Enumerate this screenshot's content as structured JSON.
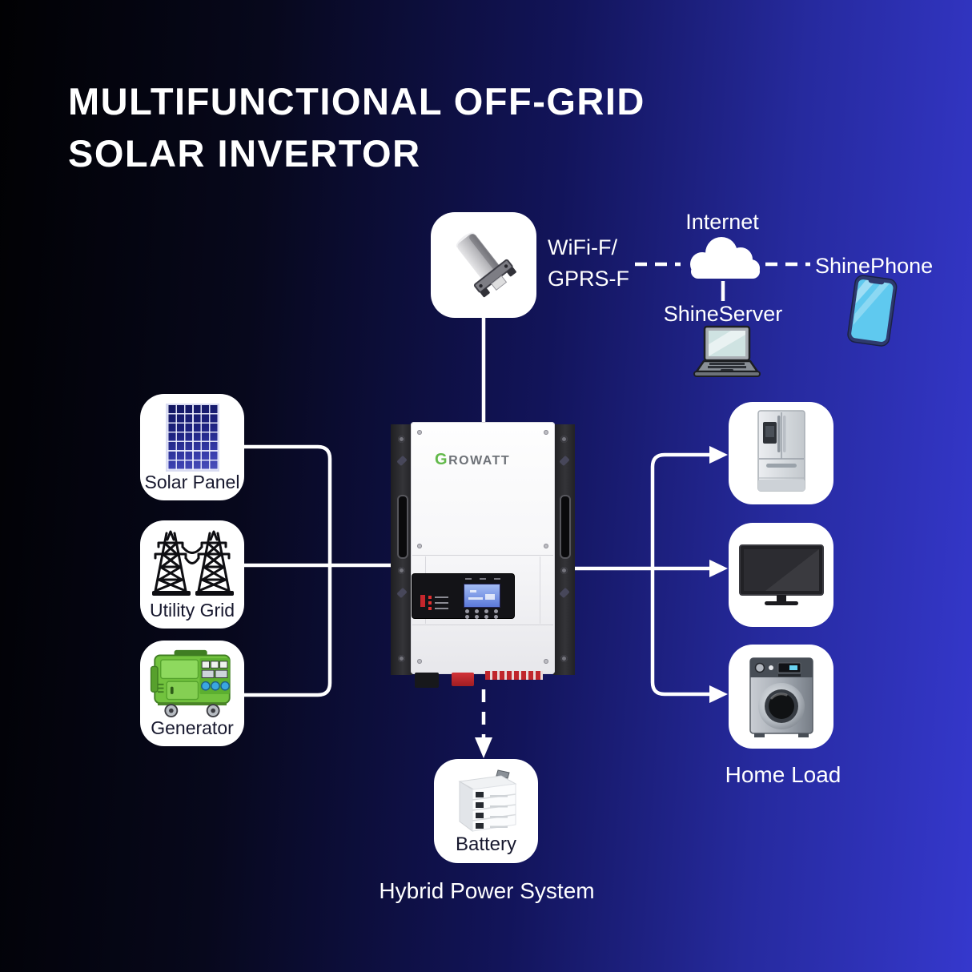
{
  "title": {
    "line1": "MULTIFUNCTIONAL OFF-GRID",
    "line2": "SOLAR INVERTOR"
  },
  "caption": "Hybrid Power System",
  "monitoring": {
    "wifi_label_line1": "WiFi-F/",
    "wifi_label_line2": "GPRS-F",
    "internet_label": "Internet",
    "server_label": "ShineServer",
    "phone_label": "ShinePhone"
  },
  "sources": {
    "solar": {
      "label": "Solar Panel"
    },
    "grid": {
      "label": "Utility Grid"
    },
    "generator": {
      "label": "Generator"
    }
  },
  "inverter": {
    "brand_g": "G",
    "brand_rest": "ROWATT"
  },
  "storage": {
    "battery_label": "Battery"
  },
  "loads": {
    "home_load_label": "Home Load"
  },
  "icons": {
    "wifi": "wifi-dongle-icon",
    "internet": "cloud-icon",
    "server": "laptop-icon",
    "phone": "smartphone-icon",
    "solar": "solar-panel-icon",
    "grid": "transmission-tower-icon",
    "generator": "generator-icon",
    "fridge": "refrigerator-icon",
    "tv": "television-icon",
    "washer": "washing-machine-icon",
    "battery": "battery-stack-icon"
  },
  "colors": {
    "background_left": "#010103",
    "background_right": "#3538cd",
    "card": "#ffffff",
    "connector": "#ffffff",
    "label_dark": "#17182e",
    "label_light": "#ffffff",
    "brand_green": "#62b94a",
    "generator_green": "#72c23e",
    "screen_cyan": "#5fc9ef",
    "lcd_blue": "#5b79da"
  }
}
